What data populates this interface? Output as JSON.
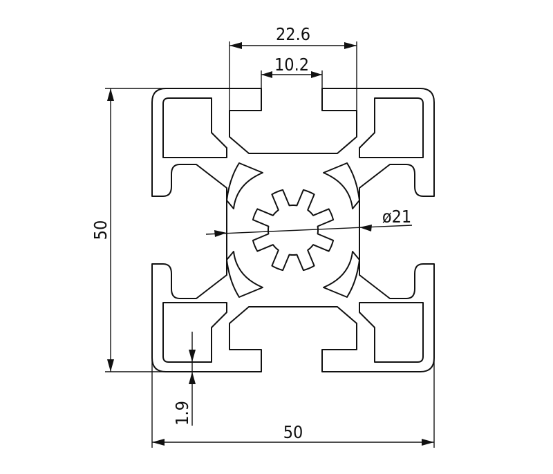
{
  "dimensions": {
    "slot_width": "22.6",
    "slot_opening": "10.2",
    "height": "50",
    "width": "50",
    "wall": "1.9",
    "bore": "ø21"
  },
  "colors": {
    "line": "#111111",
    "background": "#ffffff"
  }
}
